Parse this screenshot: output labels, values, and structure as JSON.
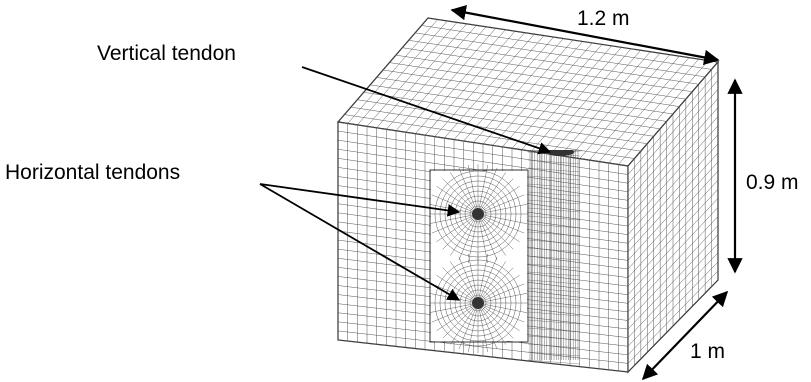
{
  "labels": {
    "vertical_tendon": "Vertical tendon",
    "horizontal_tendons": "Horizontal tendons"
  },
  "dimensions": {
    "width": "1.2 m",
    "height": "0.9 m",
    "depth": "1 m"
  },
  "colors": {
    "mesh": "#555555",
    "outline": "#222222",
    "arrow": "#000000"
  }
}
